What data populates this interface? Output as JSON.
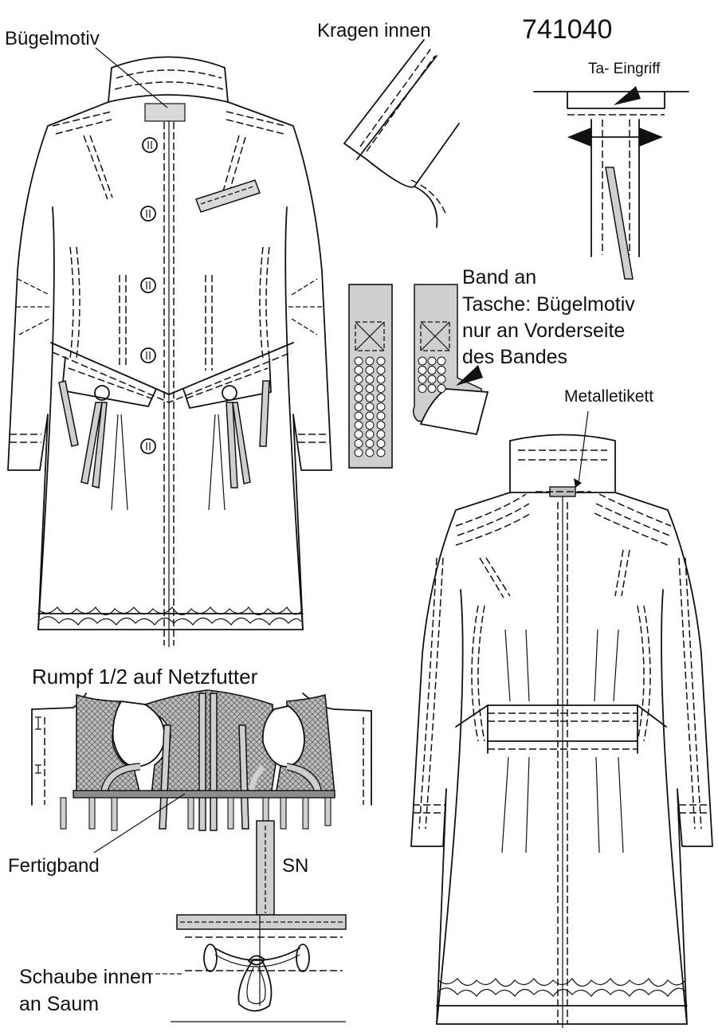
{
  "style_number": "741040",
  "labels": {
    "buegelmotiv": "Bügelmotiv",
    "kragen_innen": "Kragen innen",
    "ta_eingriff": "Ta- Eingriff",
    "band_an_tasche": [
      "Band an",
      "Tasche: Bügelmotiv",
      "nur an Vorderseite",
      "des Bandes"
    ],
    "metalletikett": "Metalletikett",
    "rumpf": "Rumpf 1/2 auf Netzfutter",
    "fertigband": "Fertigband",
    "sn": "SN",
    "schaube": [
      "Schaube innen",
      "an Saum"
    ]
  },
  "colors": {
    "line": "#111111",
    "band_gray": "#cfcfcf",
    "mesh_gray": "#bdbdbd",
    "paper": "#ffffff"
  }
}
